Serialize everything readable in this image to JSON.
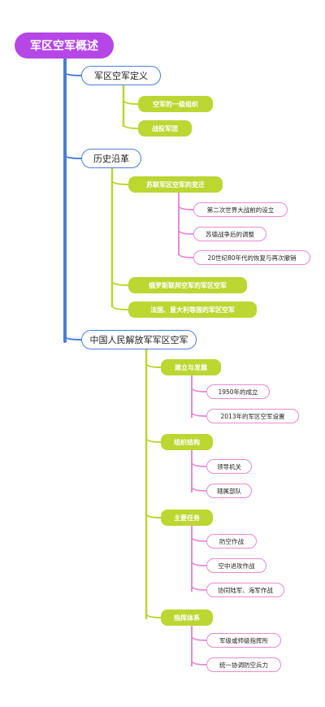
{
  "mindmap": {
    "root": "军区空军概述",
    "branches": [
      {
        "label": "军区空军定义",
        "children": [
          {
            "label": "空军的一级组织",
            "children": []
          },
          {
            "label": "战役军团",
            "children": []
          }
        ]
      },
      {
        "label": "历史沿革",
        "children": [
          {
            "label": "苏联军区空军的变迁",
            "children": [
              "第二次世界大战前的设立",
              "苏德战争后的调整",
              "20世纪80年代的恢复与再次撤销"
            ]
          },
          {
            "label": "俄罗斯联邦空军的军区空军",
            "children": []
          },
          {
            "label": "法国、意大利等国的军区空军",
            "children": []
          }
        ]
      },
      {
        "label": "中国人民解放军军区空军",
        "children": [
          {
            "label": "建立与发展",
            "children": [
              "1950年的成立",
              "2013年的军区空军设置"
            ]
          },
          {
            "label": "组织结构",
            "children": [
              "领导机关",
              "辖属部队"
            ]
          },
          {
            "label": "主要任务",
            "children": [
              "防空作战",
              "空中进攻作战",
              "协同陆军、海军作战"
            ]
          },
          {
            "label": "指挥体系",
            "children": [
              "军级或师级指挥所",
              "统一协调防空兵力"
            ]
          }
        ]
      }
    ]
  },
  "colors": {
    "root": "#b447e6",
    "level1_border": "#4a7fd4",
    "level2_fill": "#bcd632",
    "level3_border": "#e58ad5"
  }
}
